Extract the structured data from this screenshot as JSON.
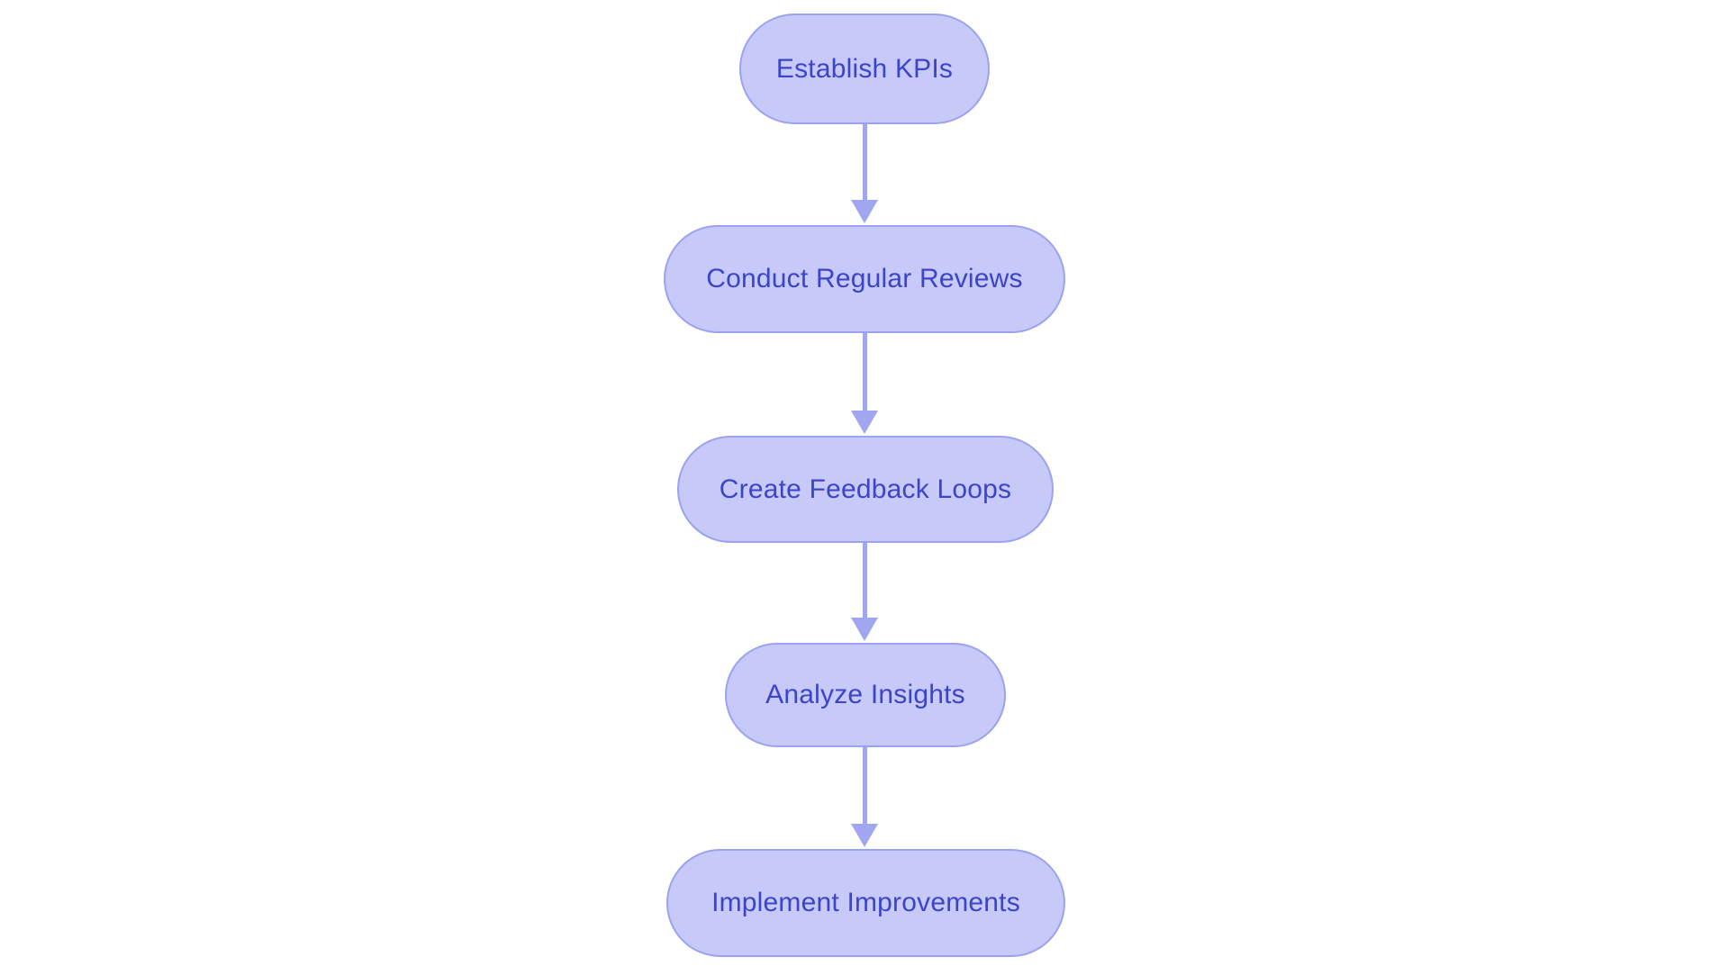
{
  "diagram": {
    "type": "flowchart",
    "direction": "top-down",
    "colors": {
      "background": "#ffffff",
      "node_fill": "#c7c9f8",
      "node_border": "#9ba2f0",
      "node_text": "#3c44c8",
      "arrow": "#a0a6ef"
    },
    "nodes": [
      {
        "id": "establish-kpis",
        "label": "Establish KPIs"
      },
      {
        "id": "conduct-regular-reviews",
        "label": "Conduct Regular Reviews"
      },
      {
        "id": "create-feedback-loops",
        "label": "Create Feedback Loops"
      },
      {
        "id": "analyze-insights",
        "label": "Analyze Insights"
      },
      {
        "id": "implement-improvements",
        "label": "Implement Improvements"
      }
    ],
    "edges": [
      {
        "from": "establish-kpis",
        "to": "conduct-regular-reviews"
      },
      {
        "from": "conduct-regular-reviews",
        "to": "create-feedback-loops"
      },
      {
        "from": "create-feedback-loops",
        "to": "analyze-insights"
      },
      {
        "from": "analyze-insights",
        "to": "implement-improvements"
      }
    ]
  }
}
